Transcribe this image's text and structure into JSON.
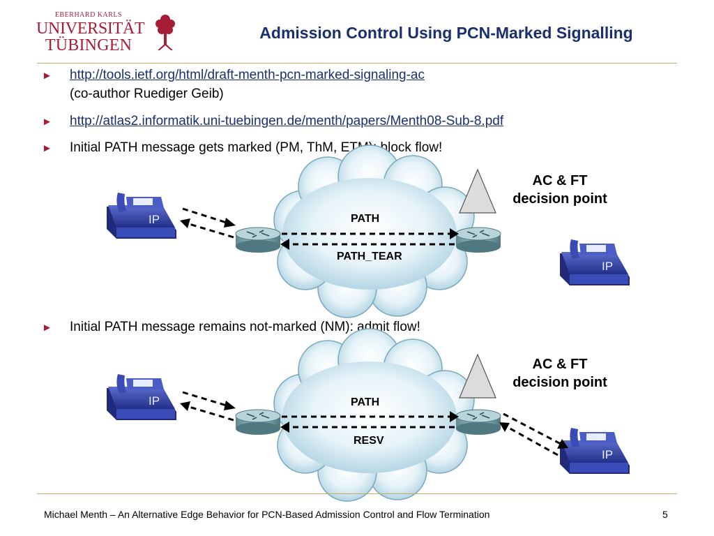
{
  "logo": {
    "line1": "EBERHARD KARLS",
    "line2": "UNIVERSITÄT",
    "line3": "TÜBINGEN"
  },
  "title": "Admission Control Using PCN-Marked Signalling",
  "bullets": [
    {
      "text": "http://tools.ietf.org/html/draft-menth-pcn-marked-signaling-ac",
      "link": true,
      "subtext": "(co-author Ruediger Geib)"
    },
    {
      "text": "http://atlas2.informatik.uni-tuebingen.de/menth/papers/Menth08-Sub-8.pdf",
      "link": true
    },
    {
      "text": "Initial PATH message gets marked (PM, ThM, ETM): block flow!",
      "link": false
    },
    {
      "text": "Initial PATH message remains not-marked (NM): admit flow!",
      "link": false
    }
  ],
  "diagram1": {
    "decision_line1": "AC & FT",
    "decision_line2": "decision point",
    "msg_top": "PATH",
    "msg_bottom": "PATH_TEAR",
    "phone_label": "IP"
  },
  "diagram2": {
    "decision_line1": "AC & FT",
    "decision_line2": "decision point",
    "msg_top": "PATH",
    "msg_bottom": "RESV",
    "phone_label": "IP"
  },
  "footer": "Michael Menth – An Alternative Edge Behavior for PCN-Based Admission Control and Flow Termination",
  "page": "5",
  "colors": {
    "title": "#1a2f6e",
    "accent": "#a51e36",
    "rule": "#c9a96b",
    "phone": "#2f3f9e"
  }
}
